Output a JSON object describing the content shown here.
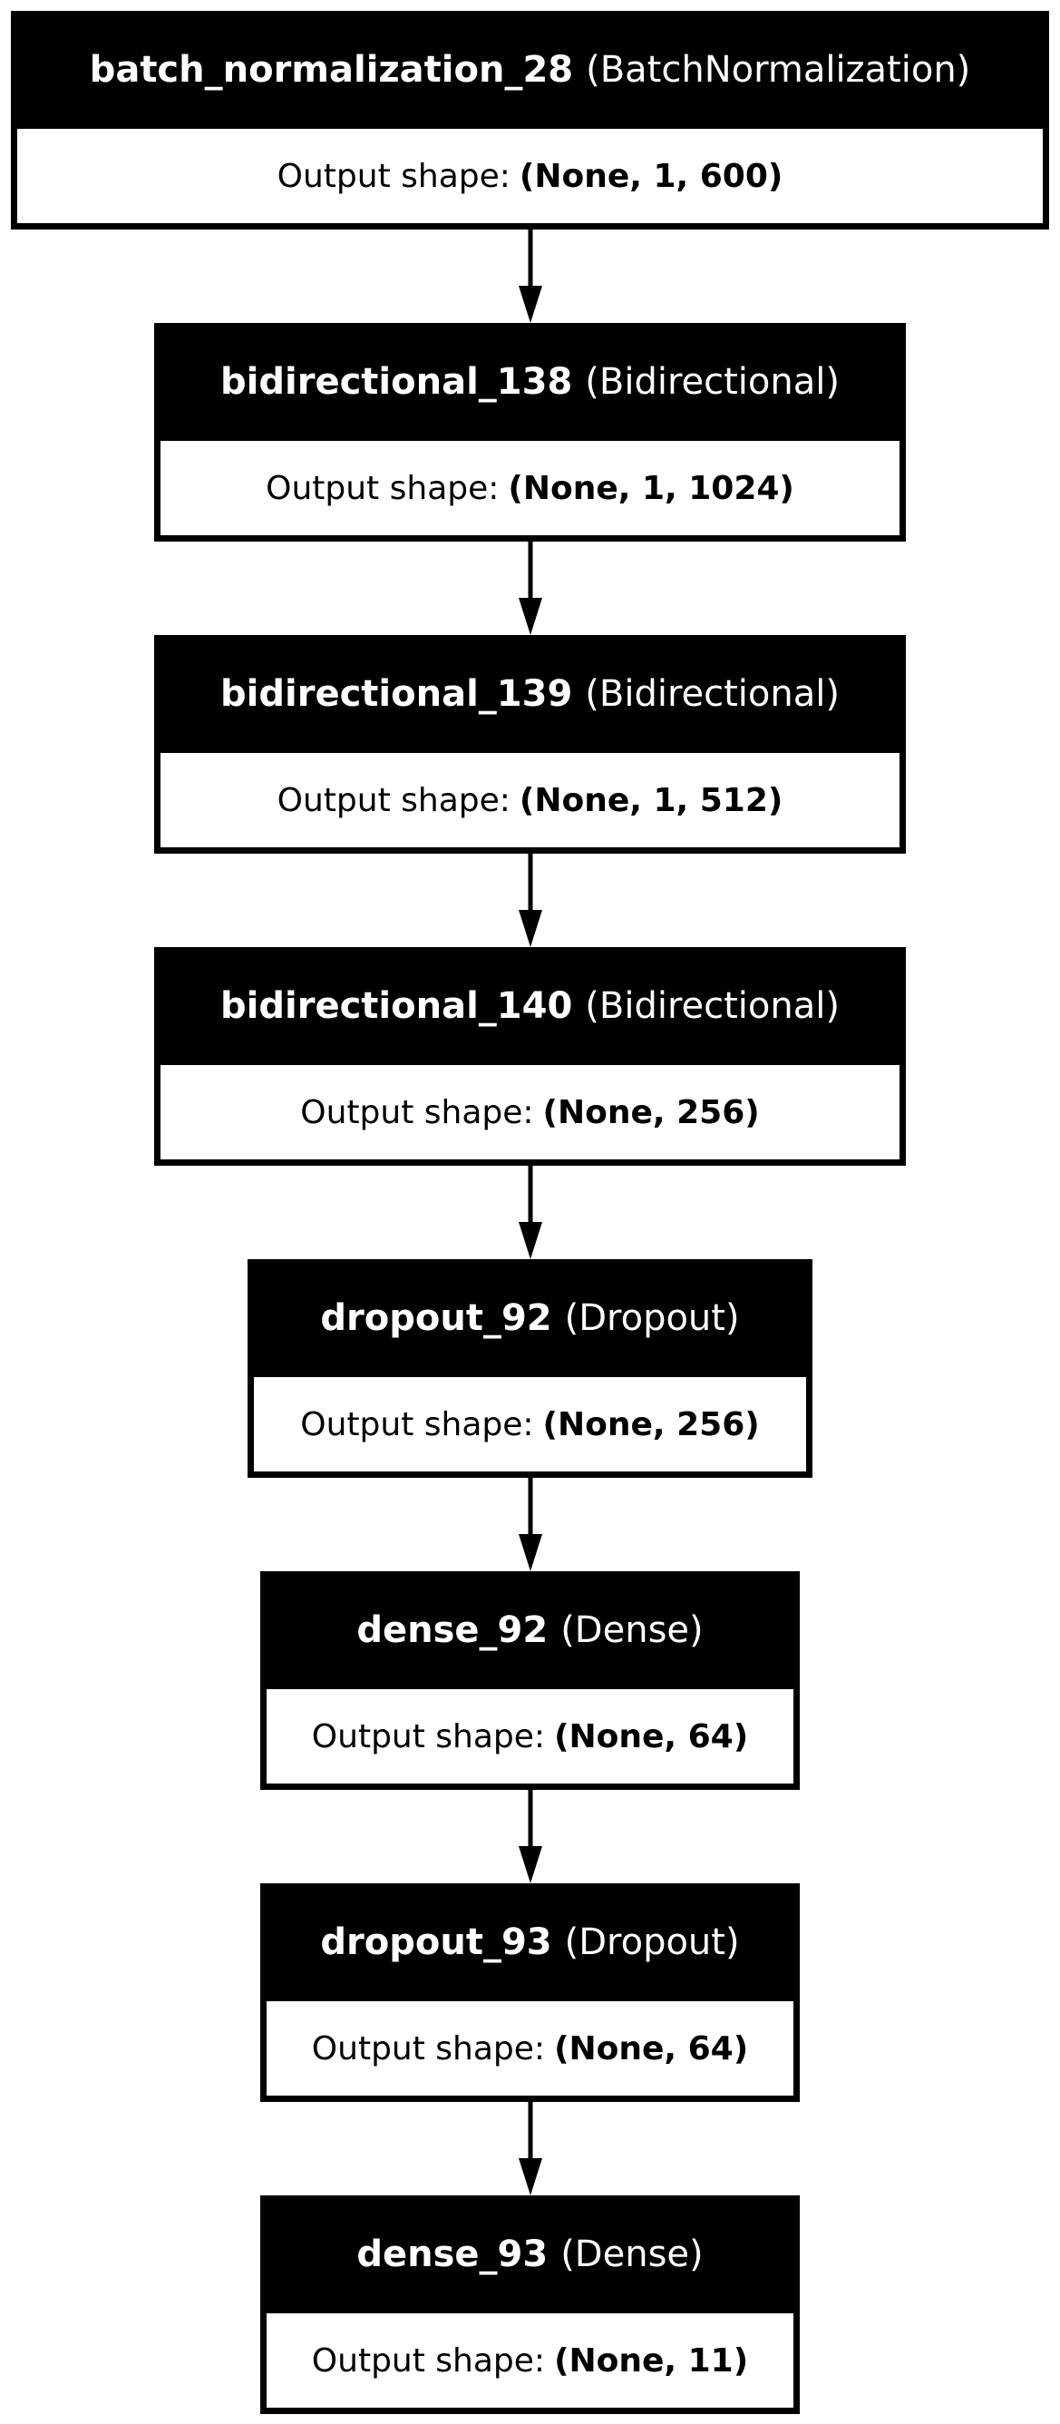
{
  "diagram": {
    "colors": {
      "header_bg": "#000000",
      "header_text": "#ffffff",
      "body_bg": "#ffffff",
      "border": "#000000"
    },
    "output_label": "Output shape:",
    "layers": [
      {
        "name": "batch_normalization_28",
        "class": "(BatchNormalization)",
        "shape": "(None, 1, 600)"
      },
      {
        "name": "bidirectional_138",
        "class": "(Bidirectional)",
        "shape": "(None, 1, 1024)"
      },
      {
        "name": "bidirectional_139",
        "class": "(Bidirectional)",
        "shape": "(None, 1, 512)"
      },
      {
        "name": "bidirectional_140",
        "class": "(Bidirectional)",
        "shape": "(None, 256)"
      },
      {
        "name": "dropout_92",
        "class": "(Dropout)",
        "shape": "(None, 256)"
      },
      {
        "name": "dense_92",
        "class": "(Dense)",
        "shape": "(None, 64)"
      },
      {
        "name": "dropout_93",
        "class": "(Dropout)",
        "shape": "(None, 64)"
      },
      {
        "name": "dense_93",
        "class": "(Dense)",
        "shape": "(None, 11)"
      }
    ]
  }
}
